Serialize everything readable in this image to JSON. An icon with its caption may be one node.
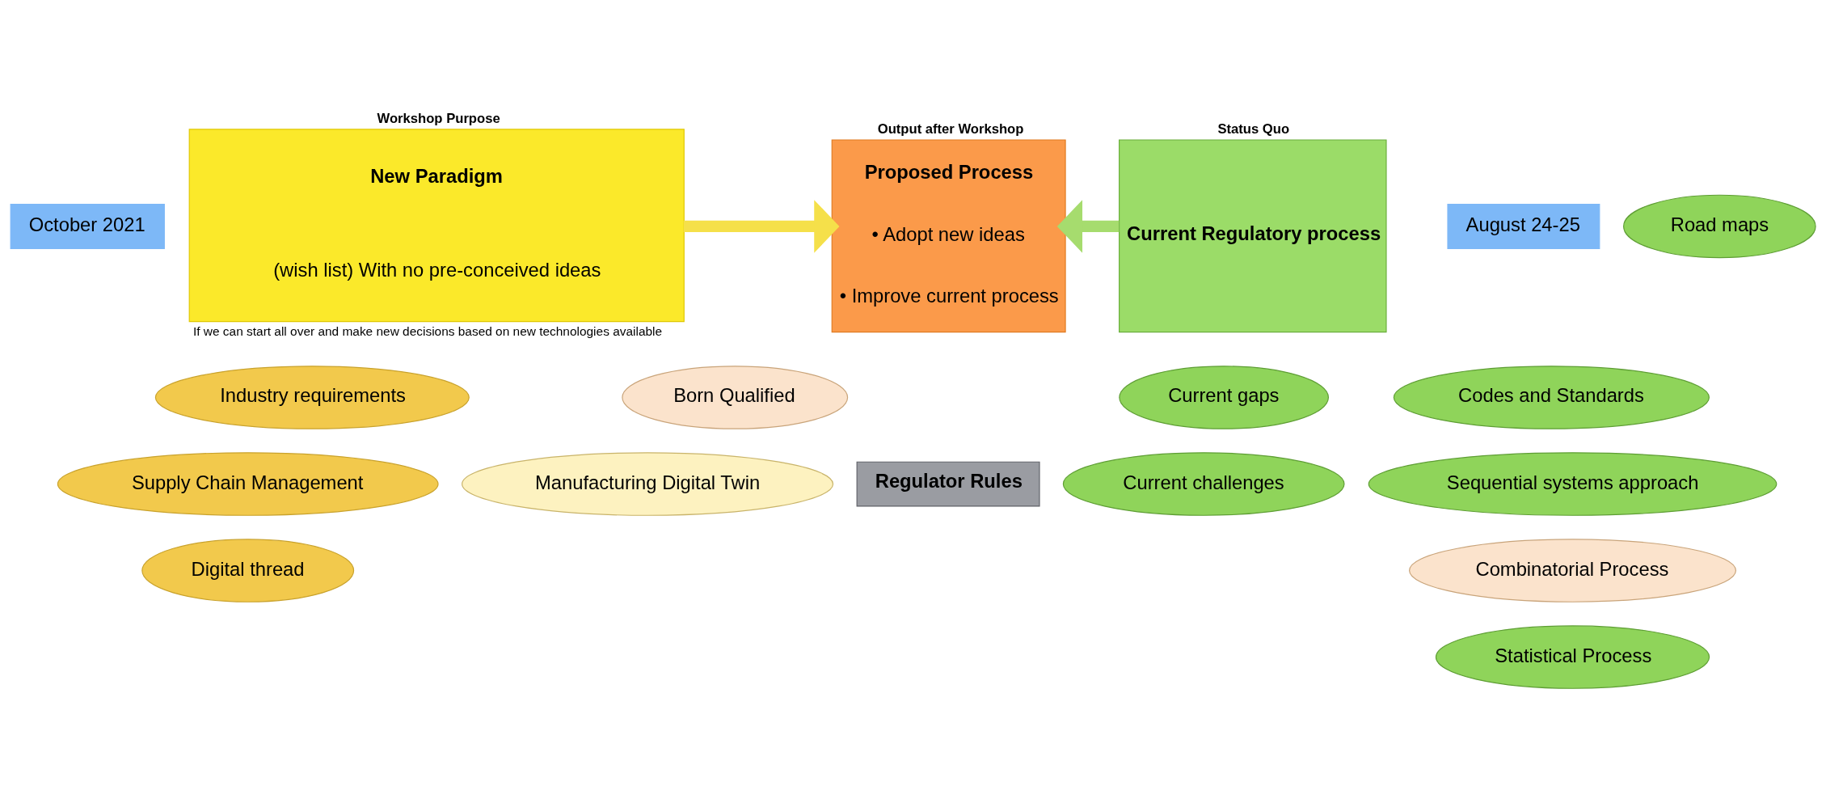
{
  "diagram": {
    "nodes": [
      {
        "text": [
          "October 2021"
        ]
      },
      {
        "text": [
          "Workshop Purpose",
          "New Paradigm",
          "(wish list) With no pre-conceived ideas"
        ],
        "beside": [
          "If we can start all over and make new decisions based on new technologies available"
        ]
      },
      {
        "text": [
          "Output after Workshop",
          "Proposed Process",
          "• Adopt new ideas",
          "• Improve current process"
        ]
      },
      {
        "text": [
          "Status Quo",
          "Current Regulatory process"
        ]
      },
      {
        "text": [
          "August 24-25"
        ]
      },
      {
        "text": [
          "Road maps"
        ]
      },
      {
        "text": [
          "Industry requirements"
        ]
      },
      {
        "text": [
          "Supply Chain Management"
        ]
      },
      {
        "text": [
          "Digital thread"
        ]
      },
      {
        "text": [
          "Born Qualified"
        ]
      },
      {
        "text": [
          "Manufacturing Digital Twin"
        ]
      },
      {
        "text": [
          "Regulator Rules"
        ]
      },
      {
        "text": [
          "Current gaps"
        ]
      },
      {
        "text": [
          "Current challenges"
        ]
      },
      {
        "text": [
          "Codes and Standards"
        ]
      },
      {
        "text": [
          "Sequential systems approach"
        ]
      },
      {
        "text": [
          "Combinatorial Process"
        ]
      },
      {
        "text": [
          "Statistical Process"
        ]
      }
    ],
    "edges": [
      {
        "from": 1,
        "to": 2,
        "arrow": "to",
        "color": "#f5e04a"
      },
      {
        "from": 3,
        "to": 2,
        "arrow": "to",
        "color": "#a6dc6e"
      }
    ]
  }
}
